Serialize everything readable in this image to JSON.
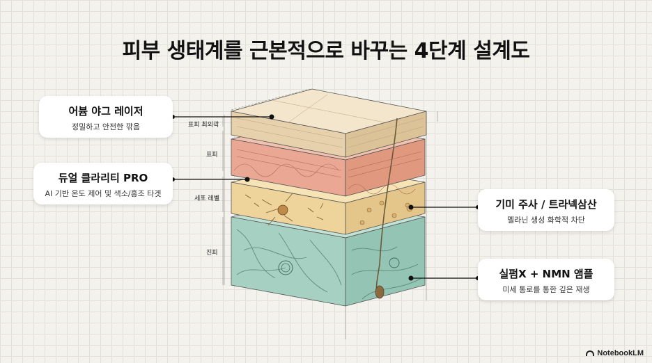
{
  "title": "피부 생태계를 근본적으로 바꾸는 4단계 설계도",
  "cards": [
    {
      "title": "어븀 야그 레이저",
      "subtitle": "정밀하고 안전한 깎음"
    },
    {
      "title": "듀얼 클라리티 PRO",
      "subtitle": "AI 기반 온도 제어 및 색소/홍조 타겟"
    },
    {
      "title": "기미 주사 / 트라넥삼산",
      "subtitle": "멜라닌 생성 화학적 차단"
    },
    {
      "title": "실펌X + NMN 앰플",
      "subtitle": "미세 통로를 통한 깊은 재생"
    }
  ],
  "layers": [
    "표피 최외곽",
    "표피",
    "세포 레벨",
    "진피"
  ],
  "brand": "NotebookLM",
  "colors": {
    "top_layer": "#ecdcc0",
    "epidermis": "#ecae9a",
    "cell_level": "#f1d9a0",
    "dermis": "#aad3c6"
  }
}
